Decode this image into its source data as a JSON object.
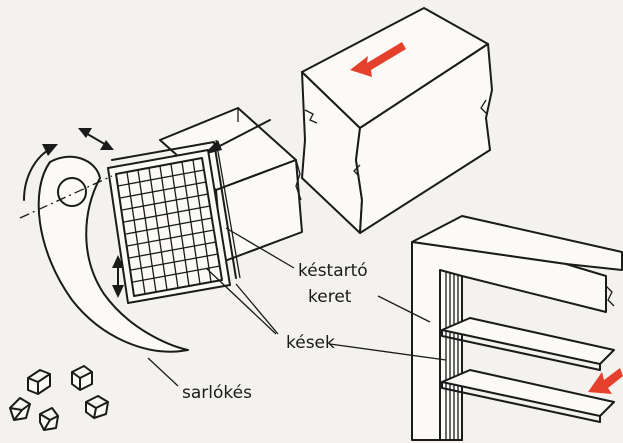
{
  "labels": {
    "knife_frame_line1": "késtartó",
    "knife_frame_line2": "keret",
    "knives": "kések",
    "sickle_knife": "sarlókés"
  },
  "colors": {
    "ink": "#1b1b1b",
    "paper": "#f4f2ee",
    "accent_arrow": "#e5402b"
  }
}
